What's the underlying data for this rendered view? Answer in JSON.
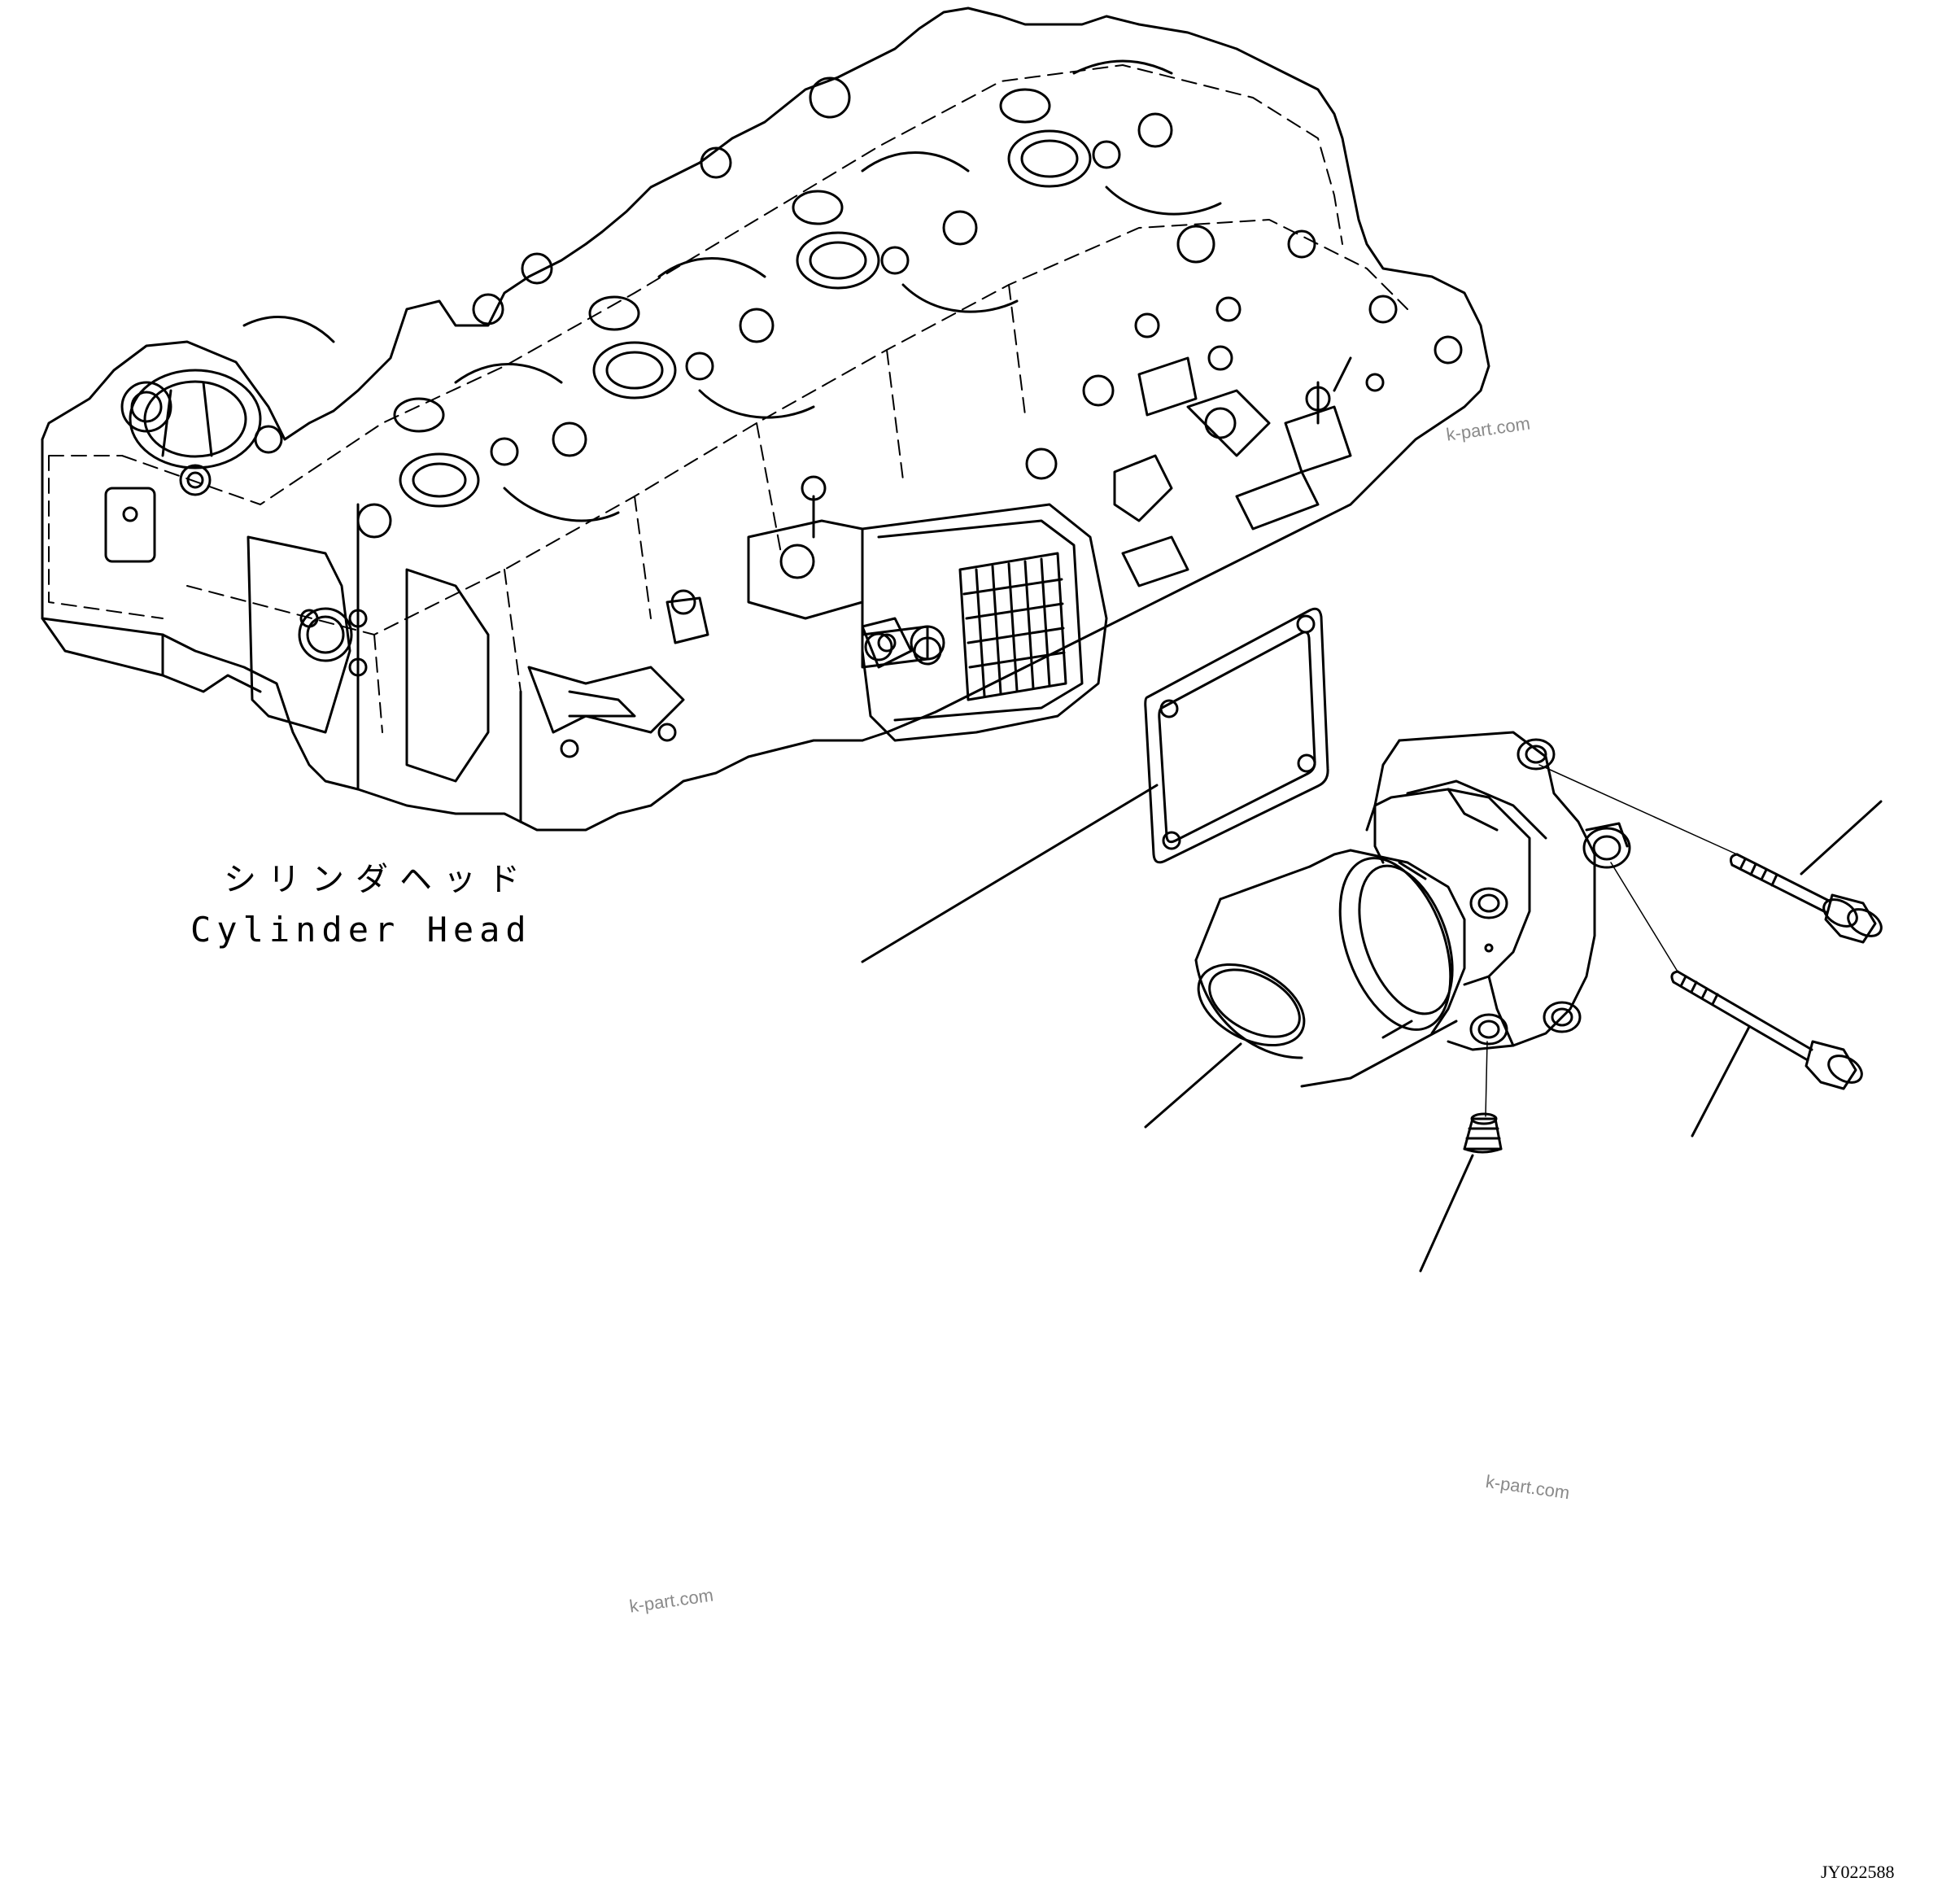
{
  "labels": {
    "part_name_jp": "シリンダヘッド",
    "part_name_en": "Cylinder Head"
  },
  "watermarks": [
    "k-part.com",
    "k-part.com",
    "k-part.com"
  ],
  "drawing_number": "JY022588",
  "parts": [
    {
      "name": "cylinder-head"
    },
    {
      "name": "gasket"
    },
    {
      "name": "water-outlet-housing"
    },
    {
      "name": "bolt-upper"
    },
    {
      "name": "bolt-lower"
    },
    {
      "name": "plug"
    }
  ]
}
